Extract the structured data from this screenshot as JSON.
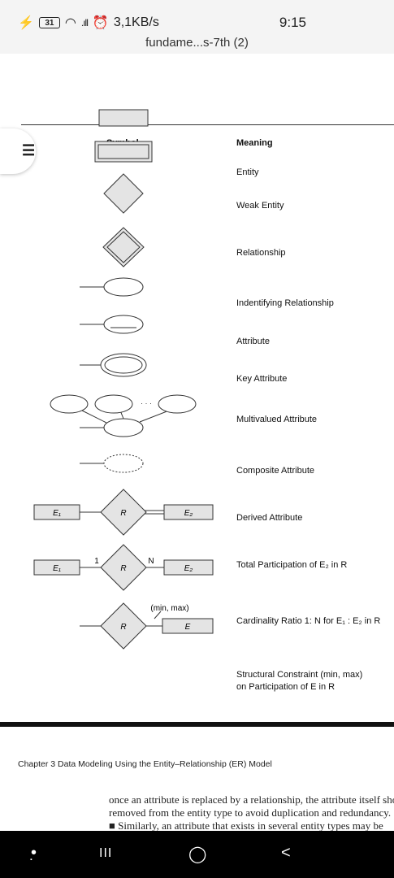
{
  "status_bar": {
    "battery": "31",
    "speed": "3,1KB/s",
    "time": "9:15"
  },
  "doc_title": "fundame...s-7th (2)",
  "table": {
    "symbol_header": "Symbol",
    "meaning_header": "Meaning",
    "rows": [
      {
        "meaning": "Entity"
      },
      {
        "meaning": "Weak Entity"
      },
      {
        "meaning": "Relationship"
      },
      {
        "meaning": "Indentifying Relationship"
      },
      {
        "meaning": "Attribute"
      },
      {
        "meaning": "Key Attribute"
      },
      {
        "meaning": "Multivalued Attribute"
      },
      {
        "meaning": "Composite Attribute"
      },
      {
        "meaning": "Derived Attribute"
      },
      {
        "meaning": "Total Participation of E₂ in R"
      },
      {
        "meaning": "Cardinality Ratio 1: N for E₁ : E₂ in R"
      },
      {
        "meaning": "Structural Constraint (min, max)",
        "meaning2": "on Participation of E in R"
      }
    ],
    "labels": {
      "e1": "E₁",
      "e2": "E₂",
      "r": "R",
      "e": "E",
      "one": "1",
      "n": "N",
      "min_max": "(min, max)",
      "dots": "· · ·"
    }
  },
  "footer": {
    "chapter": "Chapter 3  Data Modeling Using the Entity–Relationship (ER) Model",
    "line1": "once an attribute is replaced by a relationship, the attribute itself should be",
    "line2": "removed from the entity type to avoid duplication and redundancy.",
    "line3": "■ Similarly, an attribute that exists in several entity types may be"
  },
  "nav": {
    "assistant": "•̣",
    "recents": "III",
    "home": "◯",
    "back": "<"
  }
}
